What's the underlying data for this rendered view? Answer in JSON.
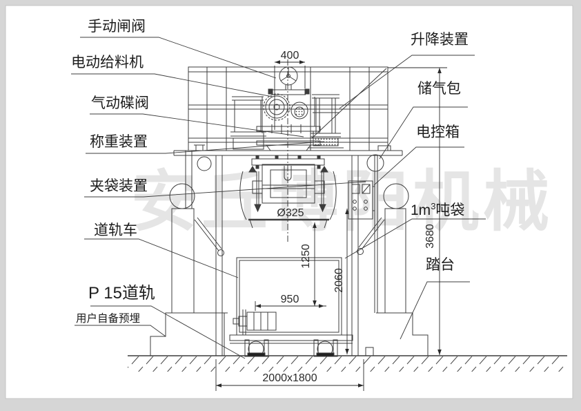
{
  "page": {
    "background_color": "#d6d6d6",
    "canvas_color": "#ffffff",
    "line_color": "#3c3c3c"
  },
  "watermark": {
    "text": "安丘博阳机械"
  },
  "diagram": {
    "type": "engineering-drawing",
    "subject": "ton-bag packing machine front elevation",
    "component_labels": {
      "manual_gate_valve": "手动闸阀",
      "electric_feeder": "电动给料机",
      "pneumatic_butterfly_valve": "气动碟阀",
      "weighing_device": "称重装置",
      "bag_clamping_device": "夹袋装置",
      "rail_car": "道轨车",
      "p15_rail": "P 15道轨",
      "user_supplied_embedment": "用户自备预埋",
      "lifting_device": "升降装置",
      "air_reservoir": "储气包",
      "electric_control_box": "电控箱",
      "ton_bag_prefix": "1m",
      "ton_bag_sup": "3",
      "ton_bag_suffix": "吨袋",
      "platform": "踏台"
    },
    "dimensions": {
      "top_width": "400",
      "spout_diameter": "Ø325",
      "bag_drop_height": "1250",
      "bag_width": "950",
      "discharge_height": "2060",
      "overall_height": "3680",
      "footprint": "2000x1800"
    }
  }
}
